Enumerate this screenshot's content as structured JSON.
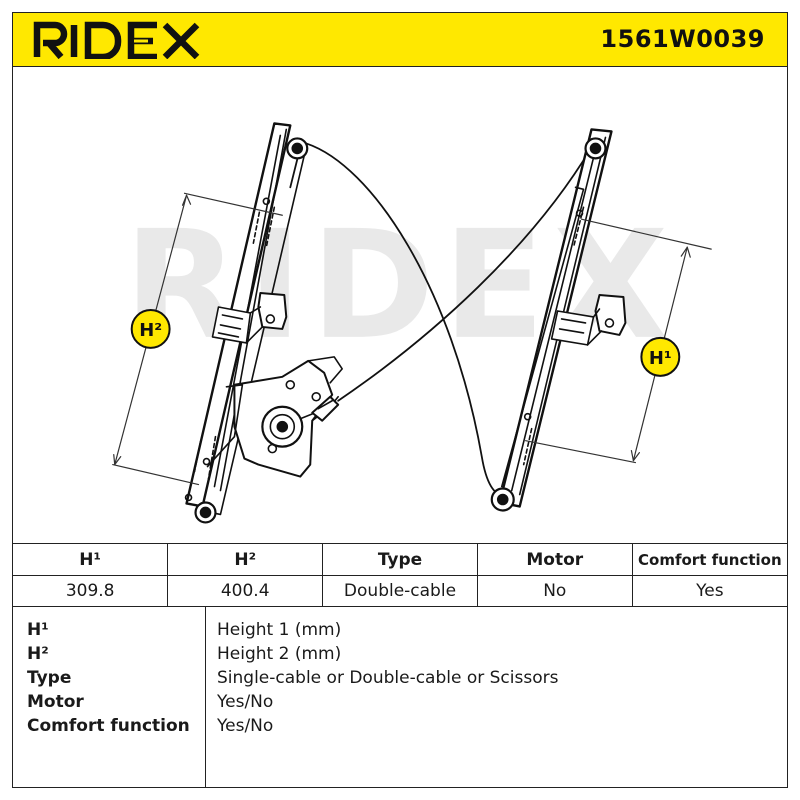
{
  "brand": {
    "logo_text": "RIDEX",
    "accent_color": "#FFE800",
    "watermark_text": "RIDEX",
    "watermark_color": "#e9e9e9"
  },
  "header": {
    "part_number": "1561W0039"
  },
  "drawing": {
    "subject": "window-regulator-double-cable",
    "dimension_labels": {
      "h1": "H¹",
      "h2": "H²"
    }
  },
  "spec_table": {
    "headers": [
      "H¹",
      "H²",
      "Type",
      "Motor",
      "Comfort function"
    ],
    "values": [
      "309.8",
      "400.4",
      "Double-cable",
      "No",
      "Yes"
    ]
  },
  "legend": [
    {
      "key": "H¹",
      "value": "Height 1 (mm)"
    },
    {
      "key": "H²",
      "value": "Height 2 (mm)"
    },
    {
      "key": "Type",
      "value": "Single-cable or Double-cable or Scissors"
    },
    {
      "key": "Motor",
      "value": "Yes/No"
    },
    {
      "key": "Comfort function",
      "value": "Yes/No"
    }
  ]
}
